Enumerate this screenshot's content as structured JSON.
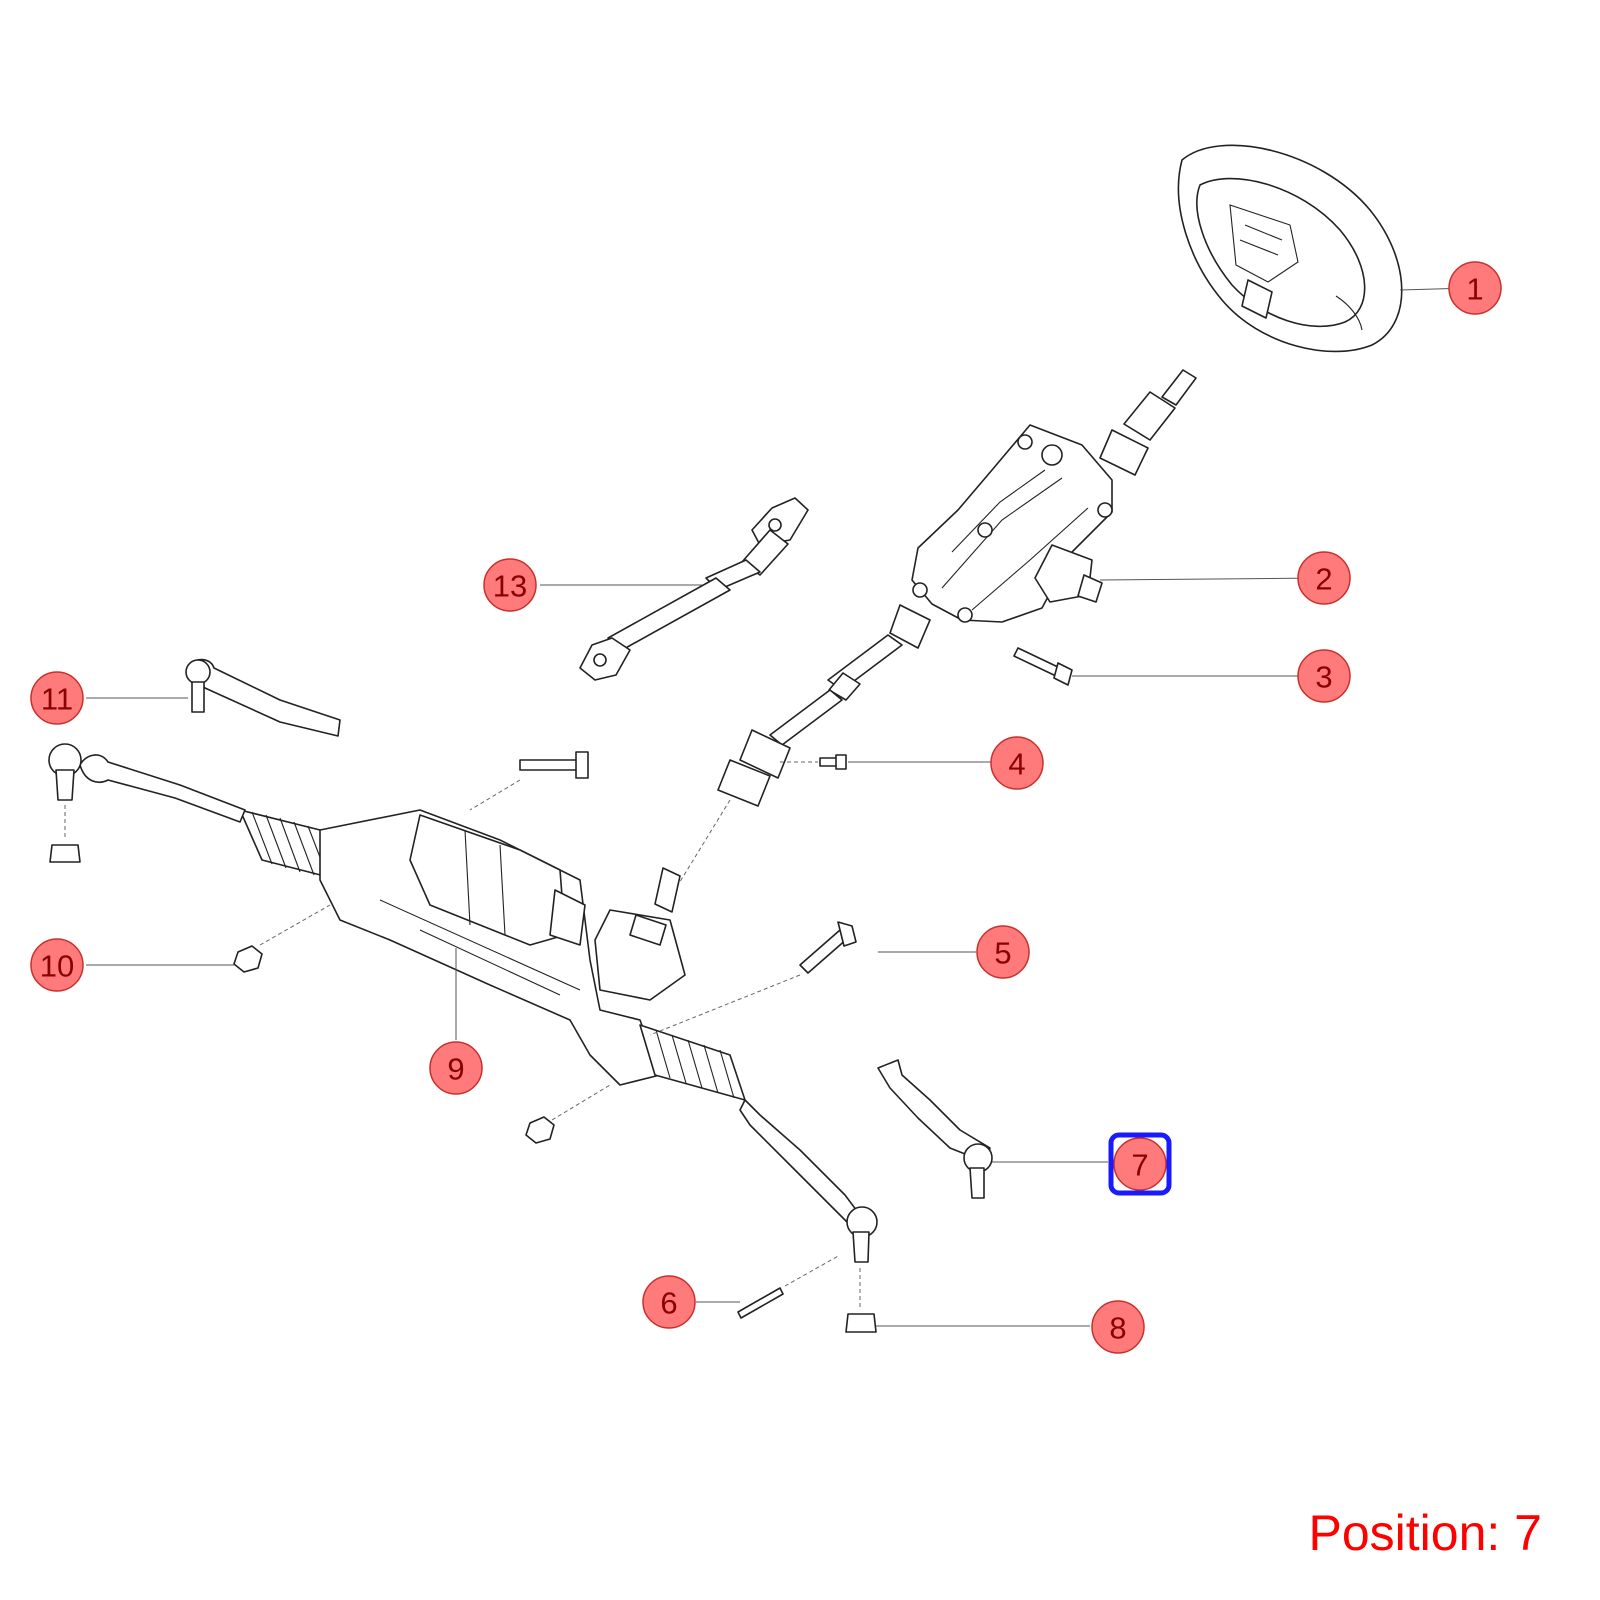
{
  "diagram": {
    "callouts": [
      {
        "id": "1",
        "label": "1",
        "part": "steering-wheel"
      },
      {
        "id": "2",
        "label": "2",
        "part": "steering-column"
      },
      {
        "id": "3",
        "label": "3",
        "part": "column-bolt"
      },
      {
        "id": "4",
        "label": "4",
        "part": "shaft-pinch-bolt"
      },
      {
        "id": "5",
        "label": "5",
        "part": "rack-mounting-bolt"
      },
      {
        "id": "6",
        "label": "6",
        "part": "cotter-pin"
      },
      {
        "id": "7",
        "label": "7",
        "part": "tie-rod-end-right"
      },
      {
        "id": "8",
        "label": "8",
        "part": "tie-rod-nut"
      },
      {
        "id": "9",
        "label": "9",
        "part": "steering-gear"
      },
      {
        "id": "10",
        "label": "10",
        "part": "rack-nut"
      },
      {
        "id": "11",
        "label": "11",
        "part": "tie-rod-end-left"
      },
      {
        "id": "13",
        "label": "13",
        "part": "intermediate-shaft"
      }
    ],
    "selected_callout": "7"
  },
  "position": {
    "text": "Position: 7"
  },
  "colors": {
    "callout_fill": "#ff7b7b",
    "callout_stroke": "#c9302c",
    "callout_text": "#8b0000",
    "selection_box": "#1a1aff",
    "position_text": "#ff0000"
  }
}
